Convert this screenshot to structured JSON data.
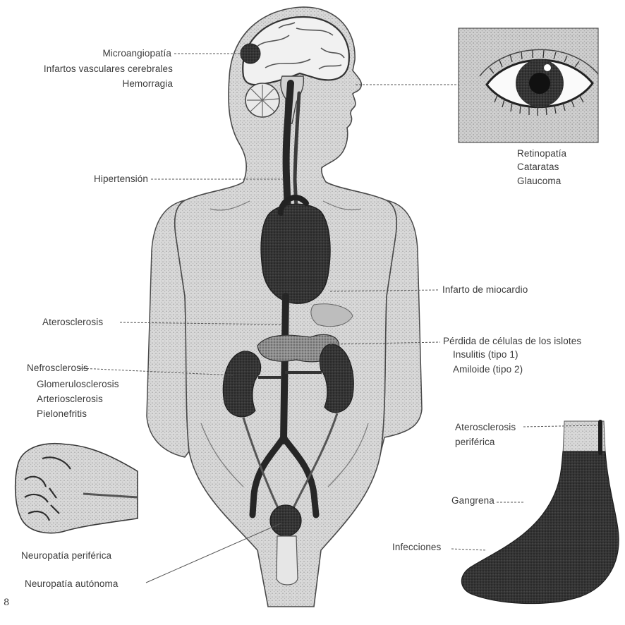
{
  "labels": {
    "microangiopathy": "Microangiopatía",
    "cerebral_infarcts": "Infartos vasculares cerebrales",
    "hemorrhage": "Hemorragia",
    "hypertension": "Hipertensión",
    "retinopathy": "Retinopatía",
    "cataracts": "Cataratas",
    "glaucoma": "Glaucoma",
    "myocardial_infarction": "Infarto de miocardio",
    "atherosclerosis": "Aterosclerosis",
    "islet_loss": "Pérdida de células de los islotes",
    "insulitis": "Insulitis (tipo 1)",
    "amyloid": "Amiloide (tipo 2)",
    "nephrosclerosis": "Nefrosclerosis",
    "glomerulosclerosis": "Glomerulosclerosis",
    "arteriosclerosis": "Arteriosclerosis",
    "pyelonephritis": "Pielonefritis",
    "peripheral_atherosclerosis_line1": "Aterosclerosis",
    "peripheral_atherosclerosis_line2": "periférica",
    "gangrene": "Gangrena",
    "infections": "Infecciones",
    "peripheral_neuropathy": "Neuropatía periférica",
    "autonomic_neuropathy": "Neuropatía autónoma"
  },
  "page_number": "8",
  "colors": {
    "ink": "#3a3a3a",
    "organ_dark": "#2e2e2e",
    "body_light": "#d8d8d8"
  }
}
